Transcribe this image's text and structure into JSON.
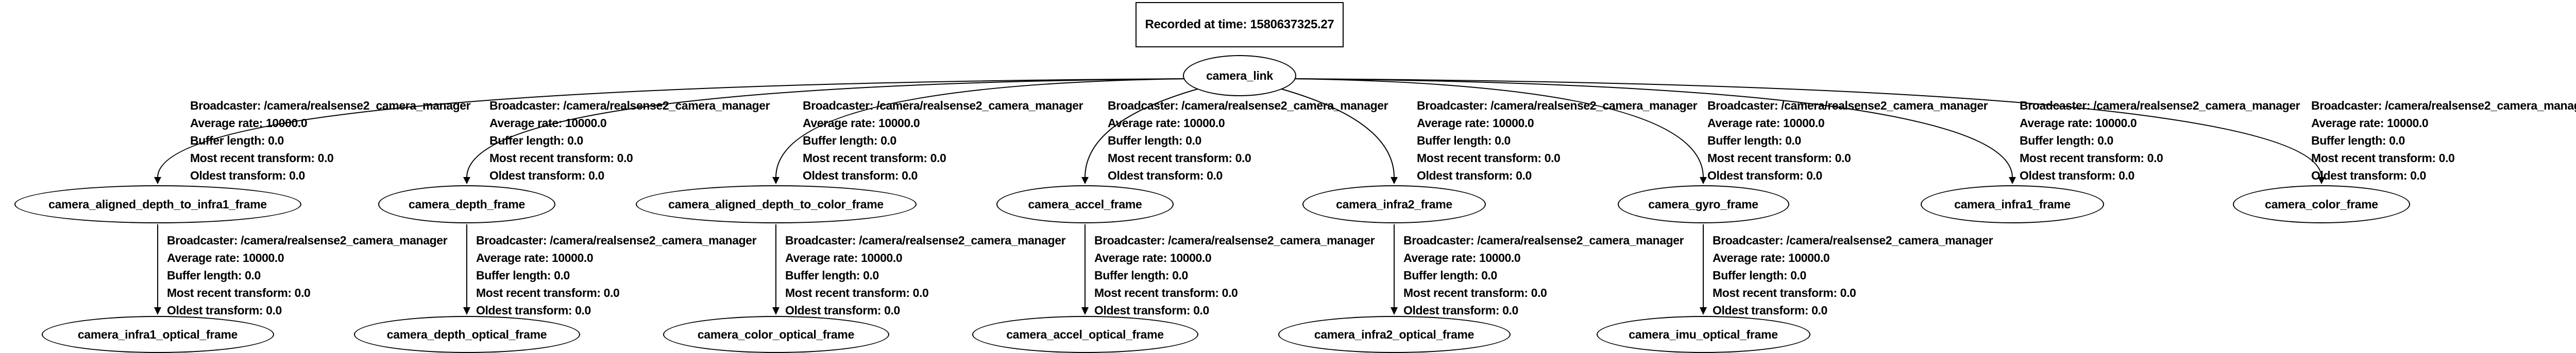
{
  "title": "Recorded at time: 1580637325.27",
  "root": "camera_link",
  "edge_label_lines": [
    "Broadcaster: /camera/realsense2_camera_manager",
    "Average rate: 10000.0",
    "Buffer length: 0.0",
    "Most recent transform: 0.0",
    "Oldest transform: 0.0"
  ],
  "level1_nodes": [
    "camera_aligned_depth_to_infra1_frame",
    "camera_depth_frame",
    "camera_aligned_depth_to_color_frame",
    "camera_accel_frame",
    "camera_infra2_frame",
    "camera_gyro_frame",
    "camera_infra1_frame",
    "camera_color_frame"
  ],
  "level2_nodes": [
    "camera_infra1_optical_frame",
    "camera_depth_optical_frame",
    "camera_color_optical_frame",
    "camera_accel_optical_frame",
    "camera_infra2_optical_frame",
    "camera_imu_optical_frame"
  ],
  "tree": {
    "camera_link": [
      "camera_aligned_depth_to_infra1_frame",
      "camera_depth_frame",
      "camera_aligned_depth_to_color_frame",
      "camera_accel_frame",
      "camera_infra2_frame",
      "camera_gyro_frame",
      "camera_infra1_frame",
      "camera_color_frame"
    ],
    "camera_aligned_depth_to_infra1_frame": [
      "camera_infra1_optical_frame"
    ],
    "camera_depth_frame": [
      "camera_depth_optical_frame"
    ],
    "camera_aligned_depth_to_color_frame": [
      "camera_color_optical_frame"
    ],
    "camera_accel_frame": [
      "camera_accel_optical_frame"
    ],
    "camera_infra2_frame": [
      "camera_infra2_optical_frame"
    ],
    "camera_gyro_frame": [
      "camera_imu_optical_frame"
    ]
  },
  "colors": {
    "background": "#ffffff",
    "stroke": "#000000",
    "text": "#000000"
  }
}
